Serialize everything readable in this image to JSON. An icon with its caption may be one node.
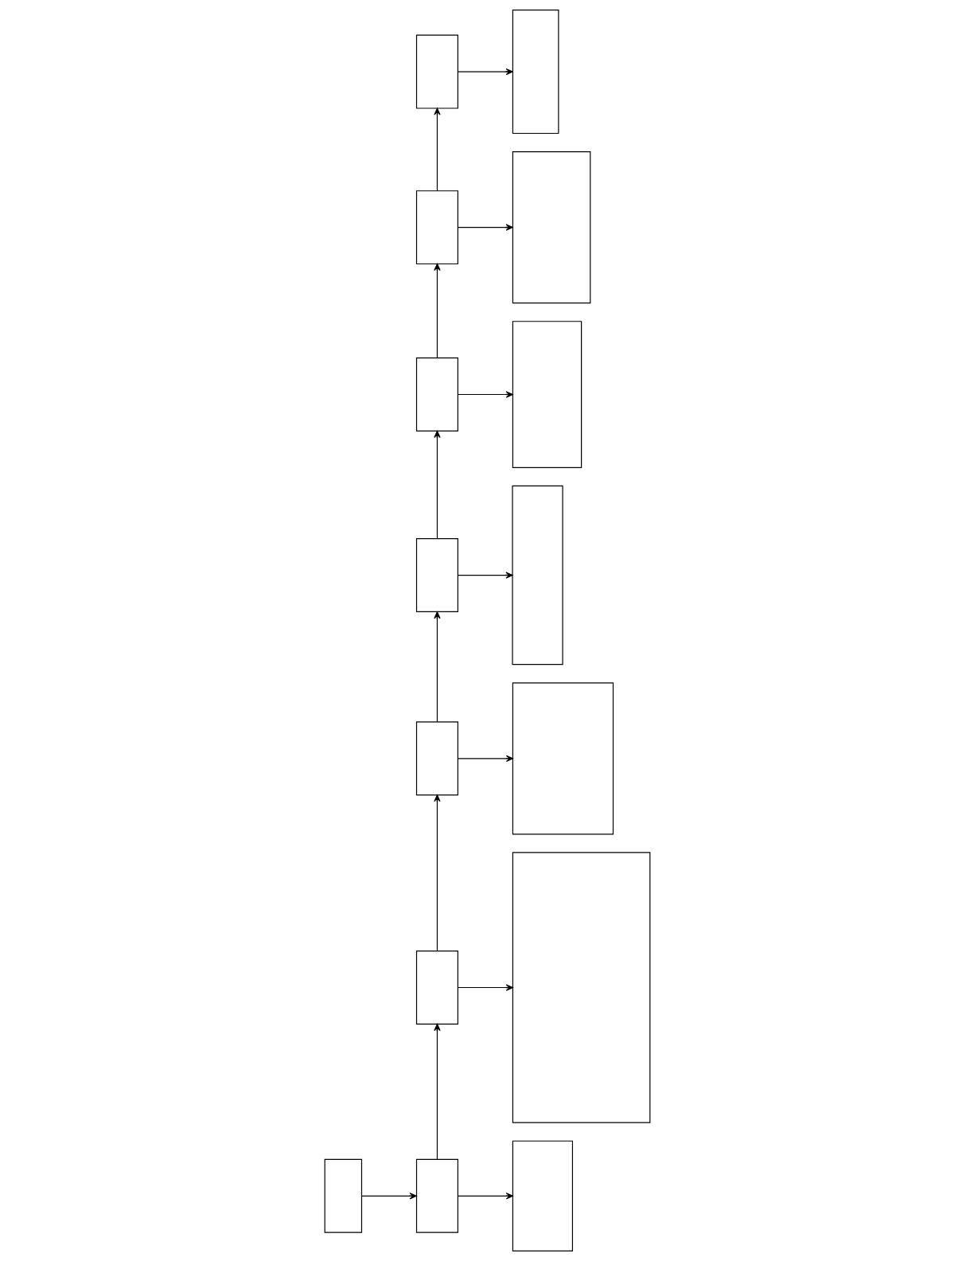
{
  "diagram": {
    "nodes": [
      {
        "text": [],
        "shape": "box"
      },
      {
        "text": [],
        "shape": "box"
      },
      {
        "text": [],
        "shape": "box"
      },
      {
        "text": [],
        "shape": "box"
      },
      {
        "text": [],
        "shape": "box"
      },
      {
        "text": [],
        "shape": "box"
      },
      {
        "text": [],
        "shape": "box"
      },
      {
        "text": [],
        "shape": "box"
      },
      {
        "text": [],
        "shape": "box"
      },
      {
        "text": [],
        "shape": "box"
      },
      {
        "text": [],
        "shape": "box"
      },
      {
        "text": [],
        "shape": "box"
      },
      {
        "text": [],
        "shape": "box"
      },
      {
        "text": [],
        "shape": "box"
      },
      {
        "text": [],
        "shape": "box"
      }
    ],
    "edges": [
      {
        "from": 0,
        "to": 7,
        "arrow": "to"
      },
      {
        "from": 7,
        "to": 6,
        "arrow": "to"
      },
      {
        "from": 6,
        "to": 5,
        "arrow": "to"
      },
      {
        "from": 5,
        "to": 4,
        "arrow": "to"
      },
      {
        "from": 4,
        "to": 3,
        "arrow": "to"
      },
      {
        "from": 3,
        "to": 2,
        "arrow": "to"
      },
      {
        "from": 2,
        "to": 1,
        "arrow": "to"
      },
      {
        "from": 1,
        "to": 8,
        "arrow": "to"
      },
      {
        "from": 2,
        "to": 9,
        "arrow": "to"
      },
      {
        "from": 3,
        "to": 10,
        "arrow": "to"
      },
      {
        "from": 4,
        "to": 11,
        "arrow": "to"
      },
      {
        "from": 5,
        "to": 12,
        "arrow": "to"
      },
      {
        "from": 6,
        "to": 13,
        "arrow": "to"
      },
      {
        "from": 7,
        "to": 14,
        "arrow": "to"
      }
    ]
  }
}
